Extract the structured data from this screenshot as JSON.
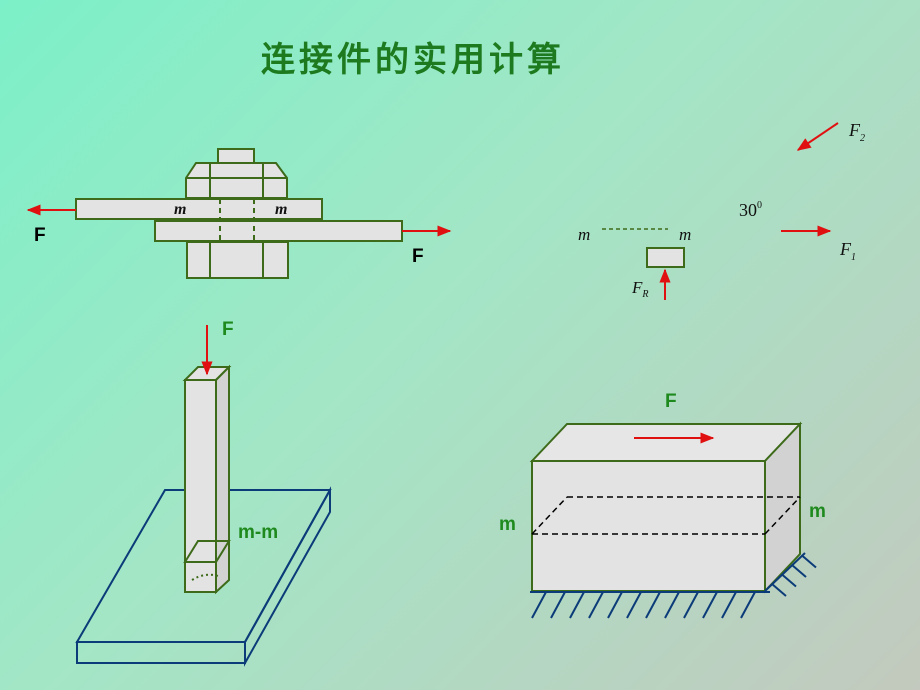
{
  "title": "连接件的实用计算",
  "colors": {
    "outline": "#3d6b1a",
    "arrow": "#e01010",
    "label_green": "#1e8a1e",
    "base": "#0b3b78",
    "fill": "#e3e3e3"
  },
  "fig1": {
    "force_left": "F",
    "force_right": "F",
    "plane_left": "m",
    "plane_right": "m"
  },
  "fig2": {
    "plane_left": "m",
    "plane_right": "m",
    "angle": "30",
    "angle_sup": "0",
    "f1": "F",
    "f1_sub": "1",
    "f2": "F",
    "f2_sub": "2",
    "fr": "F",
    "fr_sub": "R"
  },
  "fig3": {
    "force": "F",
    "section": "m-m"
  },
  "fig4": {
    "force": "F",
    "plane_left": "m",
    "plane_right": "m"
  }
}
